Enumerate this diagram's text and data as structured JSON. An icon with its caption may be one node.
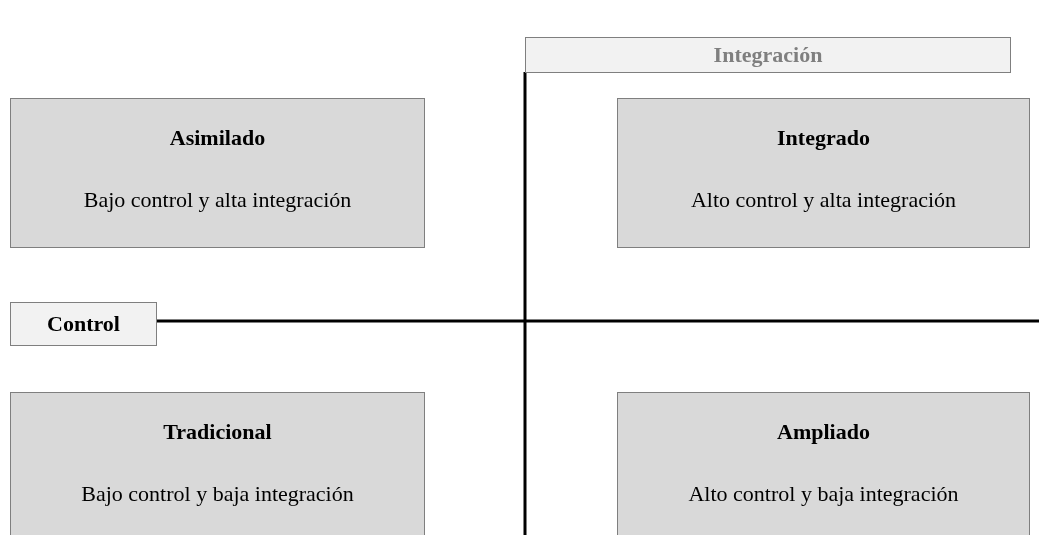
{
  "diagram": {
    "nodes": [
      {
        "text": [
          "Integración"
        ]
      },
      {
        "text": [
          "Asimilado",
          "Bajo control y alta integración"
        ]
      },
      {
        "text": [
          "Integrado",
          "Alto control y alta integración"
        ]
      },
      {
        "text": [
          "Control"
        ]
      },
      {
        "text": [
          "Tradicional",
          "Bajo control y baja integración"
        ]
      },
      {
        "text": [
          "Ampliado",
          "Alto control y baja integración"
        ]
      }
    ]
  }
}
